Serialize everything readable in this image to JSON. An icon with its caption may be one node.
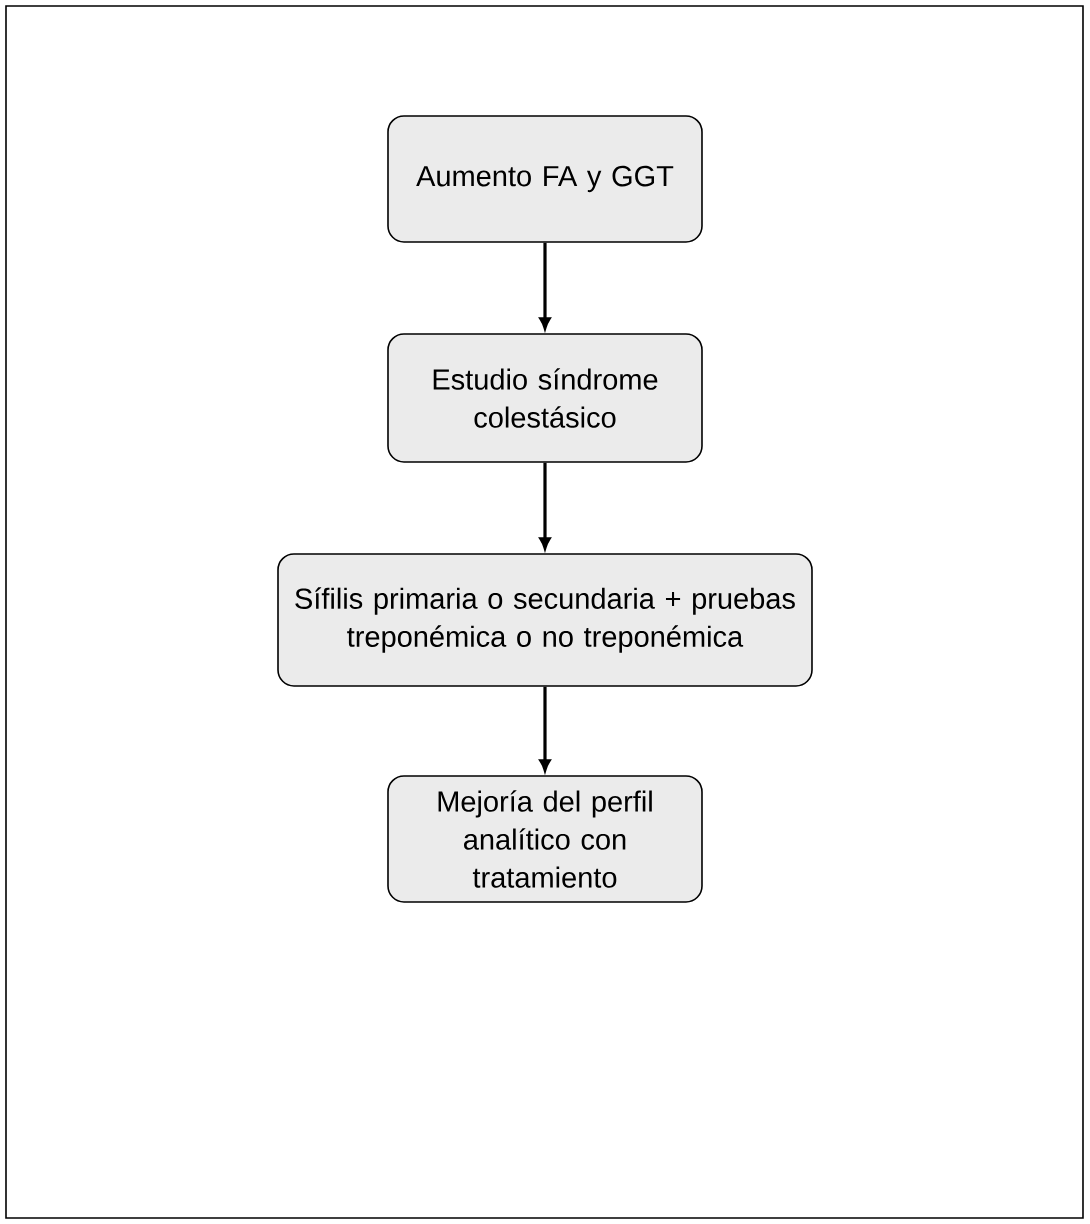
{
  "diagram": {
    "nodes": [
      {
        "text": [
          "Aumento FA y GGT"
        ]
      },
      {
        "text": [
          "Estudio síndrome colestásico"
        ]
      },
      {
        "text": [
          "Sífilis primaria o secundaria + pruebas treponémica o no treponémica"
        ]
      },
      {
        "text": [
          "Mejoría del perfil analítico con tratamiento"
        ]
      }
    ],
    "edges": [
      {
        "from": 0,
        "to": 1,
        "arrow": "to"
      },
      {
        "from": 1,
        "to": 2,
        "arrow": "to"
      },
      {
        "from": 2,
        "to": 3,
        "arrow": "to"
      }
    ]
  }
}
